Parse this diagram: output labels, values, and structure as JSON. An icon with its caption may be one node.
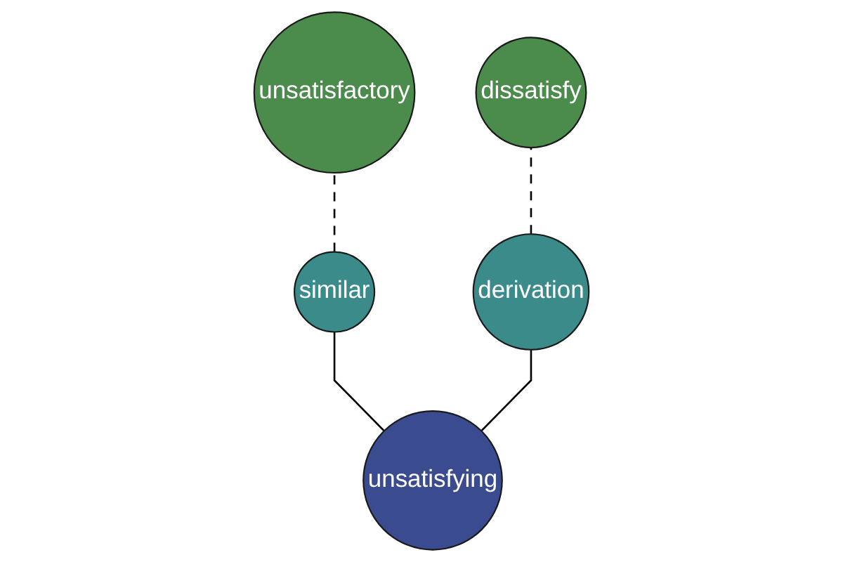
{
  "diagram": {
    "nodes": [
      {
        "text": [
          "unsatisfactory"
        ]
      },
      {
        "text": [
          "dissatisfy"
        ]
      },
      {
        "text": [
          "similar"
        ]
      },
      {
        "text": [
          "derivation"
        ]
      },
      {
        "text": [
          "unsatisfying"
        ]
      }
    ],
    "edges": [
      {
        "from": 4,
        "to": 2,
        "arrow": "none"
      },
      {
        "from": 2,
        "to": 0,
        "arrow": "none",
        "style": "dashed"
      },
      {
        "from": 4,
        "to": 3,
        "arrow": "none"
      },
      {
        "from": 3,
        "to": 1,
        "arrow": "none",
        "style": "dashed"
      }
    ]
  }
}
